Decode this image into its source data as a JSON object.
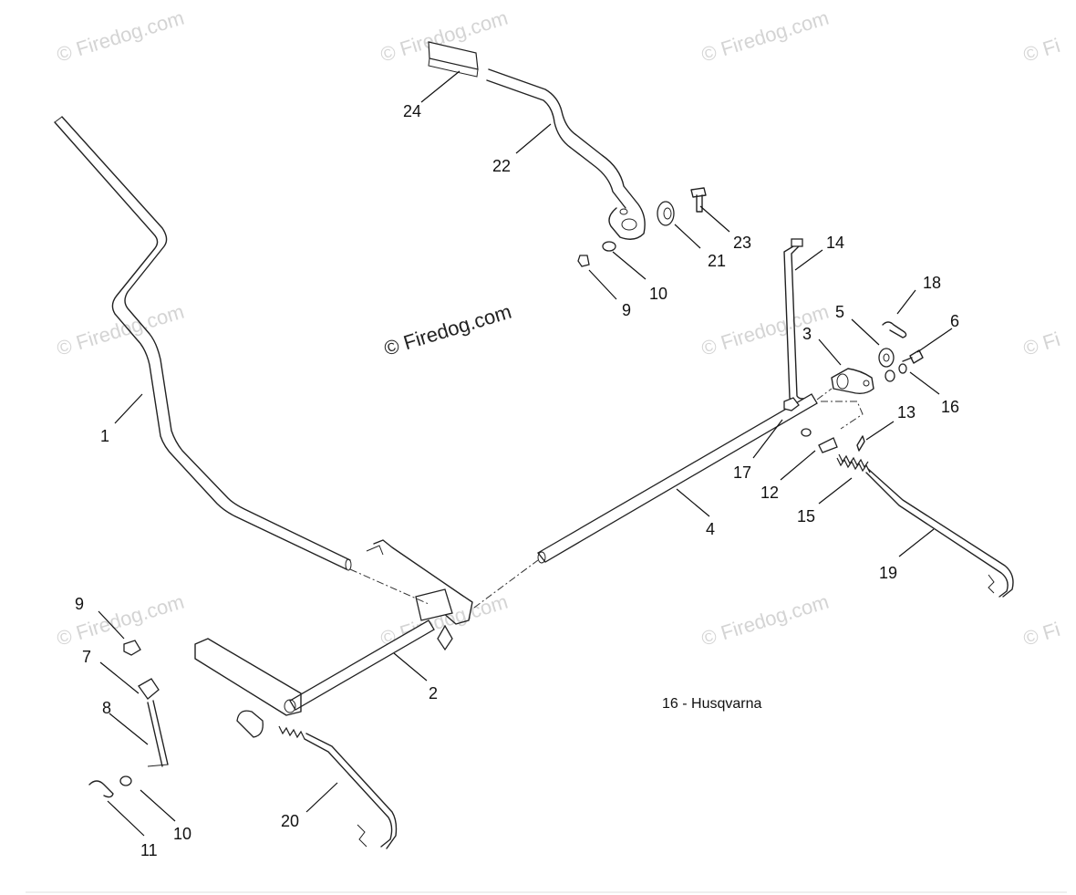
{
  "watermarks": {
    "text": "© Firedog.com",
    "faint_copies": [
      {
        "text": "© Firedog.com"
      },
      {
        "text": "© Firedog.com"
      },
      {
        "text": "© Firedog.com"
      },
      {
        "text": "© Fi"
      },
      {
        "text": "© Firedog.com"
      },
      {
        "text": "© Firedog.com"
      },
      {
        "text": "© Fi"
      },
      {
        "text": "© Firedog.com"
      },
      {
        "text": "© Firedog.com"
      },
      {
        "text": "© Firedog.com"
      },
      {
        "text": "© Fi"
      }
    ]
  },
  "note": "16 - Husqvarna",
  "callouts": [
    {
      "label": "24"
    },
    {
      "label": "22"
    },
    {
      "label": "23"
    },
    {
      "label": "21"
    },
    {
      "label": "10"
    },
    {
      "label": "9"
    },
    {
      "label": "14"
    },
    {
      "label": "18"
    },
    {
      "label": "5"
    },
    {
      "label": "6"
    },
    {
      "label": "3"
    },
    {
      "label": "16"
    },
    {
      "label": "13"
    },
    {
      "label": "17"
    },
    {
      "label": "12"
    },
    {
      "label": "15"
    },
    {
      "label": "4"
    },
    {
      "label": "19"
    },
    {
      "label": "1"
    },
    {
      "label": "9"
    },
    {
      "label": "7"
    },
    {
      "label": "8"
    },
    {
      "label": "2"
    },
    {
      "label": "20"
    },
    {
      "label": "10"
    },
    {
      "label": "11"
    }
  ],
  "colors": {
    "line": "#222222",
    "watermark": "#d4d4d4",
    "background": "#ffffff"
  }
}
